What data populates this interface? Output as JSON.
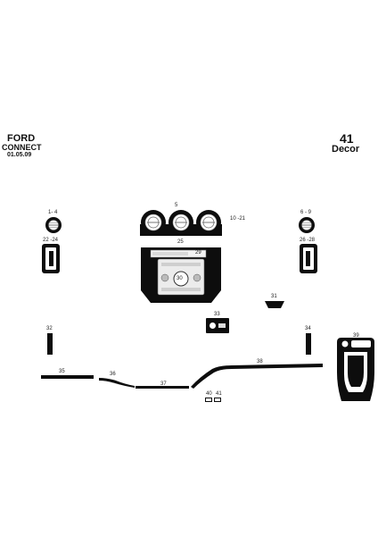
{
  "header": {
    "make": "FORD",
    "model": "CONNECT",
    "date": "01.05.09",
    "piece_count": "41",
    "kit_type": "Decor"
  },
  "labels": {
    "l_1_4": "1- 4",
    "l_5": "5",
    "l_6_9": "6 - 9",
    "l_10_21": "10 -21",
    "l_22_24": "22 -24",
    "l_25": "25",
    "l_26_28": "26 -28",
    "l_29": "29",
    "l_30": "30",
    "l_31": "31",
    "l_32": "32",
    "l_33": "33",
    "l_34": "34",
    "l_35": "35",
    "l_36": "36",
    "l_37": "37",
    "l_38": "38",
    "l_39": "39",
    "l_40": "40",
    "l_41": "41"
  }
}
